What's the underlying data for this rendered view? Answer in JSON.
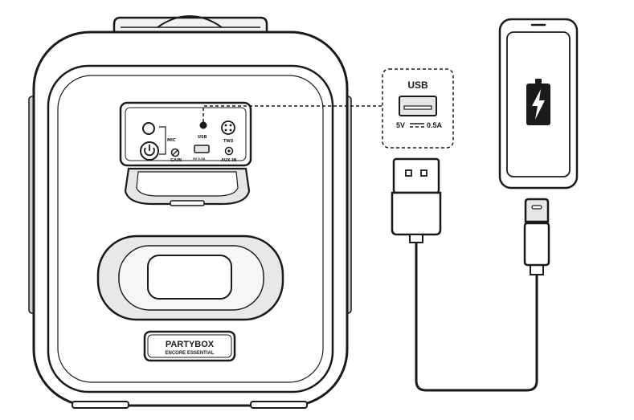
{
  "speaker": {
    "brand_line1": "PARTYBOX",
    "brand_line2": "ENCORE ESSENTIAL",
    "panel": {
      "mic_label": "MIC",
      "gain_label": "GAIN",
      "usb_label": "USB",
      "usb_rating": "5V 0.5A",
      "tws_label": "TWS",
      "aux_label": "AUX IN"
    }
  },
  "callout": {
    "title": "USB",
    "rating_left": "5V",
    "rating_right": "0.5A"
  },
  "phone": {
    "icon": "battery-charging-icon"
  },
  "colors": {
    "line": "#1a1a1a",
    "fill_grey": "#e6e6e6",
    "fill_light": "#f7f7f7"
  }
}
